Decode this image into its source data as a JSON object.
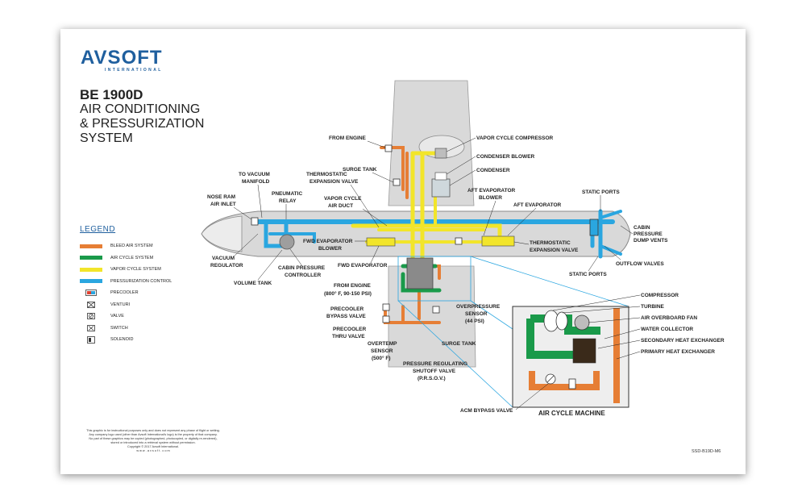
{
  "brand": {
    "name": "AVSOFT",
    "sub": "INTERNATIONAL"
  },
  "title": {
    "model": "BE 1900D",
    "line1": "AIR CONDITIONING",
    "line2": "& PRESSURIZATION",
    "line3": "SYSTEM"
  },
  "legend": {
    "title": "LEGEND",
    "items": [
      {
        "label": "BLEED AIR SYSTEM",
        "color": "#e67e35"
      },
      {
        "label": "AIR CYCLE SYSTEM",
        "color": "#1a9a4a"
      },
      {
        "label": "VAPOR CYCLE SYSTEM",
        "color": "#f2e52a"
      },
      {
        "label": "PRESSURIZATION CONTROL",
        "color": "#2aa6e0"
      }
    ],
    "symbols": [
      {
        "label": "PRECOOLER",
        "icon": "precooler-icon"
      },
      {
        "label": "VENTURI",
        "icon": "venturi-icon"
      },
      {
        "label": "VALVE",
        "icon": "valve-icon"
      },
      {
        "label": "SWITCH",
        "icon": "switch-icon"
      },
      {
        "label": "SOLENOID",
        "icon": "solenoid-icon"
      }
    ]
  },
  "labels": {
    "from_engine_top": "FROM ENGINE",
    "surge_tank_top": "SURGE TANK",
    "vapor_cycle_compressor": "VAPOR CYCLE COMPRESSOR",
    "condenser_blower": "CONDENSER BLOWER",
    "condenser": "CONDENSER",
    "to_vacuum_manifold_1": "TO VACUUM",
    "to_vacuum_manifold_2": "MANIFOLD",
    "thermostatic_exp_1": "THERMOSTATIC",
    "thermostatic_exp_2": "EXPANSION VALVE",
    "nose_ram_1": "NOSE RAM",
    "nose_ram_2": "AIR INLET",
    "pneumatic_relay_1": "PNEUMATIC",
    "pneumatic_relay_2": "RELAY",
    "vapor_cycle_air_duct_1": "VAPOR CYCLE",
    "vapor_cycle_air_duct_2": "AIR DUCT",
    "aft_evap_blower_1": "AFT EVAPORATOR",
    "aft_evap_blower_2": "BLOWER",
    "aft_evaporator": "AFT EVAPORATOR",
    "static_ports_top": "STATIC PORTS",
    "cabin_dump_1": "CABIN",
    "cabin_dump_2": "PRESSURE",
    "cabin_dump_3": "DUMP VENTS",
    "fwd_evap_blower_1": "FWD EVAPORATOR",
    "fwd_evap_blower_2": "BLOWER",
    "thermo_exp_aft_1": "THERMOSTATIC",
    "thermo_exp_aft_2": "EXPANSION VALVE",
    "vacuum_regulator_1": "VACUUM",
    "vacuum_regulator_2": "REGULATOR",
    "cabin_pressure_ctrl_1": "CABIN PRESSURE",
    "cabin_pressure_ctrl_2": "CONTROLLER",
    "fwd_evaporator": "FWD EVAPORATOR",
    "outflow_valves": "OUTFLOW VALVES",
    "static_ports_bottom": "STATIC PORTS",
    "volume_tank": "VOLUME TANK",
    "from_engine_bottom_1": "FROM ENGINE",
    "from_engine_bottom_2": "(800° F, 90-150 PSI)",
    "overpressure_1": "OVERPRESSURE",
    "overpressure_2": "SENSOR",
    "overpressure_3": "(44 PSI)",
    "precooler_bypass_1": "PRECOOLER",
    "precooler_bypass_2": "BYPASS VALVE",
    "precooler_thru_1": "PRECOOLER",
    "precooler_thru_2": "THRU VALVE",
    "overtemp_1": "OVERTEMP",
    "overtemp_2": "SENSOR",
    "overtemp_3": "(500° F)",
    "surge_tank_bottom": "SURGE TANK",
    "prsov_1": "PRESSURE REGULATING",
    "prsov_2": "SHUTOFF VALVE",
    "prsov_3": "(P.R.S.O.V.)",
    "compressor": "COMPRESSOR",
    "turbine": "TURBINE",
    "air_overboard_fan": "AIR OVERBOARD FAN",
    "water_collector": "WATER COLLECTOR",
    "secondary_hx": "SECONDARY HEAT EXCHANGER",
    "primary_hx": "PRIMARY HEAT EXCHANGER",
    "acm_bypass": "ACM BYPASS VALVE",
    "air_cycle_machine": "AIR CYCLE MACHINE"
  },
  "footer": {
    "line1": "This graphic is for instructional purposes only and does not represent any phase of flight or setting.",
    "line2": "Any company logo used (other than Avsoft International's logo) is the property of that company.",
    "line3": "No part of these graphics may be copied (photographed, photocopied, or digitally re-rendered),",
    "line4": "stored or introduced into a retrieval system without permission.",
    "line5": "Copyright © 2017 Avsoft International.",
    "line6": "w w w . a v s o f t . c o m"
  },
  "doc_code": "SSD-B19D-M6",
  "colors": {
    "bleed": "#e67e35",
    "acm": "#1a9a4a",
    "vapor": "#f2e52a",
    "press": "#2aa6e0",
    "fuselage": "#d9d9d9",
    "outline": "#8a8a8a",
    "brand": "#1f5f9e",
    "callout": "#2aa6e0"
  }
}
